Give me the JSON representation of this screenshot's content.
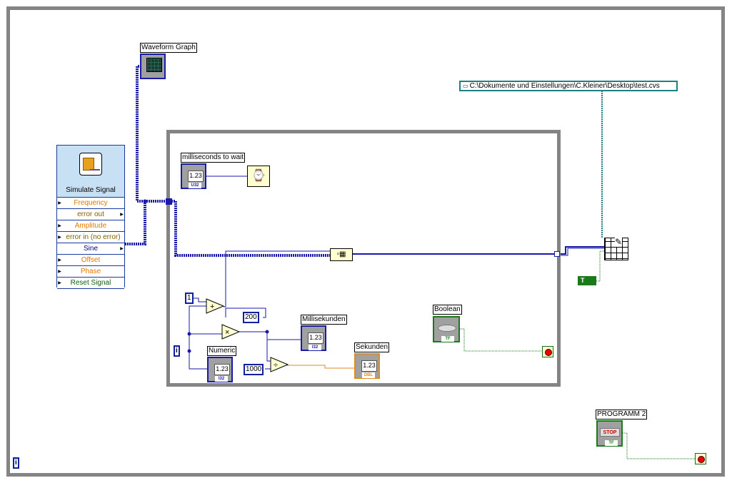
{
  "diagram": {
    "waveform_graph": {
      "label": "Waveform Graph"
    },
    "file_path_constant": {
      "value": "C:\\Dokumente und Einstellungen\\C.Kleiner\\Desktop\\test.cvs"
    },
    "simulate_signal": {
      "title": "Simulate Signal",
      "terminals": [
        {
          "label": "Frequency",
          "color": "#e07a00"
        },
        {
          "label": "error out",
          "color": "#806000"
        },
        {
          "label": "Amplitude",
          "color": "#e07a00"
        },
        {
          "label": "error in (no error)",
          "color": "#806000"
        },
        {
          "label": "Sine",
          "color": "#000080"
        },
        {
          "label": "Offset",
          "color": "#e07a00"
        },
        {
          "label": "Phase",
          "color": "#e07a00"
        },
        {
          "label": "Reset Signal",
          "color": "#106010"
        }
      ]
    },
    "ms_to_wait": {
      "label": "milliseconds to wait",
      "display": "1.23",
      "type": "U32"
    },
    "const_one": "1",
    "const_200": "200",
    "const_1000": "1000",
    "iteration_inner": "i",
    "iteration_outer": "i",
    "add_symbol": "+",
    "multiply_symbol": "×",
    "divide_symbol": "÷",
    "numeric": {
      "label": "Numeric",
      "display": "1.23",
      "type": "I32"
    },
    "millisekunden": {
      "label": "Millisekunden",
      "display": "1.23",
      "type": "I32"
    },
    "sekunden": {
      "label": "Sekunden",
      "display": "1.23",
      "type": "DBL"
    },
    "boolean": {
      "label": "Boolean",
      "type": "TF"
    },
    "programm2": {
      "label": "PROGRAMM 2",
      "button_text": "STOP",
      "type": "TF"
    },
    "true_constant": "T",
    "colors": {
      "int_wire": "#1a1aa8",
      "double_wire": "#e08a20",
      "bool_wire": "#1a7a1a",
      "path_wire": "#208080",
      "loop_border": "#848484"
    }
  }
}
